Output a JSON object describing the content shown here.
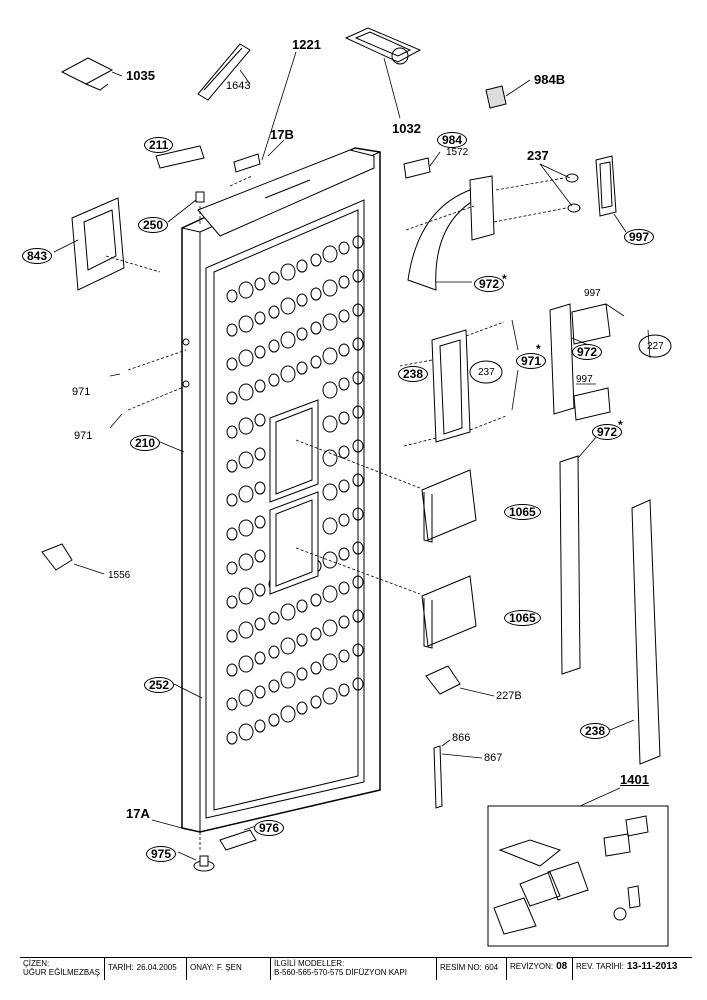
{
  "labels": {
    "l1035": "1035",
    "l1643": "1643",
    "l1221": "1221",
    "l1032": "1032",
    "l984B": "984B",
    "l17B": "17B",
    "l211": "211",
    "l984": "984",
    "l1572": "1572",
    "l237a": "237",
    "l250": "250",
    "l843": "843",
    "l997a": "997",
    "l972a": "972",
    "l972a_star": "*",
    "l997b": "997",
    "l227": "227",
    "l971a": "971",
    "l971a_star": "*",
    "l972b": "972",
    "l238a": "238",
    "l237b": "237",
    "l997c": "997",
    "l972c": "972",
    "l972c_star": "*",
    "l971b": "971",
    "l971c": "971",
    "l210": "210",
    "l1065a": "1065",
    "l1556": "1556",
    "l1065b": "1065",
    "l252": "252",
    "l227B": "227B",
    "l866": "866",
    "l867": "867",
    "l238b": "238",
    "l1401": "1401",
    "l17A": "17A",
    "l976": "976",
    "l975": "975"
  },
  "titleblock": {
    "cizen_label": "ÇİZEN:",
    "cizen_value": "UĞUR EĞİLMEZBAŞ",
    "tarih_label": "TARİH:",
    "tarih_value": "26.04.2005",
    "onay_label": "ONAY:",
    "onay_value": "F. ŞEN",
    "modeller_label": "İLGİLİ MODELLER:",
    "modeller_value": "B-560-565-570-575 DİFÜZYON KAPI",
    "resim_label": "RESİM NO:",
    "resim_value": "604",
    "revizyon_label": "REVİZYON:",
    "revizyon_value": "08",
    "revtarih_label": "REV. TARİHİ:",
    "revtarih_value": "13-11-2013"
  }
}
